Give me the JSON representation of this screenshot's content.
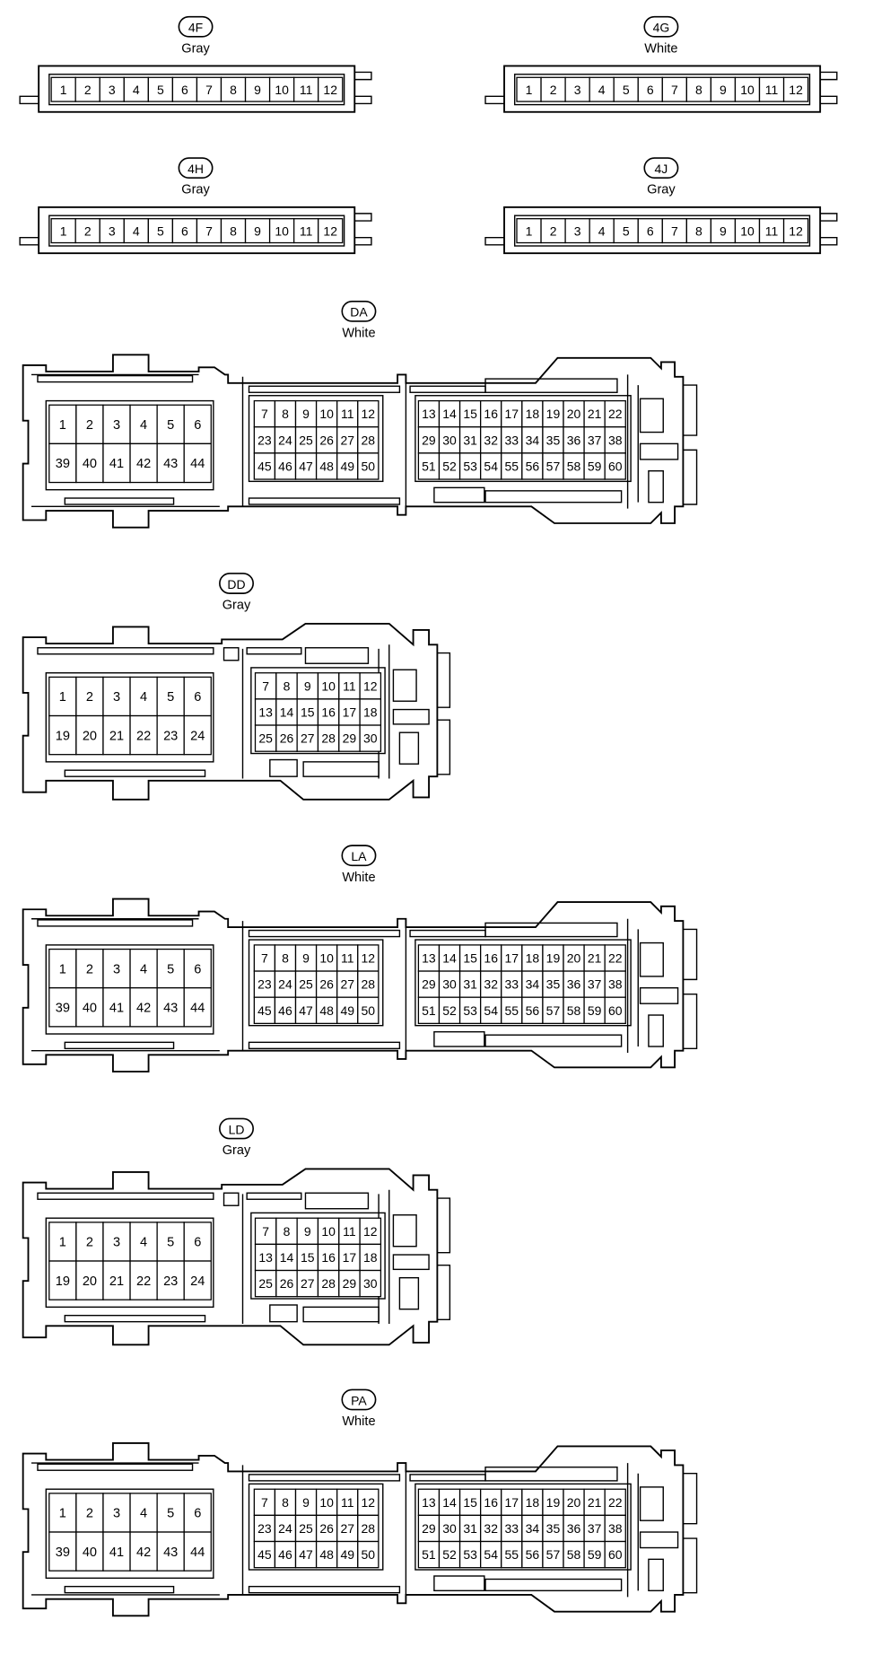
{
  "connectors": [
    {
      "id": "4F",
      "color": "Gray",
      "type": "strip12",
      "pins": [
        [
          "1",
          "2",
          "3",
          "4",
          "5",
          "6",
          "7",
          "8",
          "9",
          "10",
          "11",
          "12"
        ]
      ]
    },
    {
      "id": "4G",
      "color": "White",
      "type": "strip12",
      "pins": [
        [
          "1",
          "2",
          "3",
          "4",
          "5",
          "6",
          "7",
          "8",
          "9",
          "10",
          "11",
          "12"
        ]
      ]
    },
    {
      "id": "4H",
      "color": "Gray",
      "type": "strip12",
      "pins": [
        [
          "1",
          "2",
          "3",
          "4",
          "5",
          "6",
          "7",
          "8",
          "9",
          "10",
          "11",
          "12"
        ]
      ]
    },
    {
      "id": "4J",
      "color": "Gray",
      "type": "strip12",
      "pins": [
        [
          "1",
          "2",
          "3",
          "4",
          "5",
          "6",
          "7",
          "8",
          "9",
          "10",
          "11",
          "12"
        ]
      ]
    },
    {
      "id": "DA",
      "color": "White",
      "type": "large60",
      "left": [
        [
          "1",
          "2",
          "3",
          "4",
          "5",
          "6"
        ],
        [
          "39",
          "40",
          "41",
          "42",
          "43",
          "44"
        ]
      ],
      "middle": [
        [
          "7",
          "8",
          "9",
          "10",
          "11",
          "12"
        ],
        [
          "23",
          "24",
          "25",
          "26",
          "27",
          "28"
        ],
        [
          "45",
          "46",
          "47",
          "48",
          "49",
          "50"
        ]
      ],
      "right": [
        [
          "13",
          "14",
          "15",
          "16",
          "17",
          "18",
          "19",
          "20",
          "21",
          "22"
        ],
        [
          "29",
          "30",
          "31",
          "32",
          "33",
          "34",
          "35",
          "36",
          "37",
          "38"
        ],
        [
          "51",
          "52",
          "53",
          "54",
          "55",
          "56",
          "57",
          "58",
          "59",
          "60"
        ]
      ]
    },
    {
      "id": "DD",
      "color": "Gray",
      "type": "medium30",
      "left": [
        [
          "1",
          "2",
          "3",
          "4",
          "5",
          "6"
        ],
        [
          "19",
          "20",
          "21",
          "22",
          "23",
          "24"
        ]
      ],
      "middle": [
        [
          "7",
          "8",
          "9",
          "10",
          "11",
          "12"
        ],
        [
          "13",
          "14",
          "15",
          "16",
          "17",
          "18"
        ],
        [
          "25",
          "26",
          "27",
          "28",
          "29",
          "30"
        ]
      ]
    },
    {
      "id": "LA",
      "color": "White",
      "type": "large60",
      "left": [
        [
          "1",
          "2",
          "3",
          "4",
          "5",
          "6"
        ],
        [
          "39",
          "40",
          "41",
          "42",
          "43",
          "44"
        ]
      ],
      "middle": [
        [
          "7",
          "8",
          "9",
          "10",
          "11",
          "12"
        ],
        [
          "23",
          "24",
          "25",
          "26",
          "27",
          "28"
        ],
        [
          "45",
          "46",
          "47",
          "48",
          "49",
          "50"
        ]
      ],
      "right": [
        [
          "13",
          "14",
          "15",
          "16",
          "17",
          "18",
          "19",
          "20",
          "21",
          "22"
        ],
        [
          "29",
          "30",
          "31",
          "32",
          "33",
          "34",
          "35",
          "36",
          "37",
          "38"
        ],
        [
          "51",
          "52",
          "53",
          "54",
          "55",
          "56",
          "57",
          "58",
          "59",
          "60"
        ]
      ]
    },
    {
      "id": "LD",
      "color": "Gray",
      "type": "medium30",
      "left": [
        [
          "1",
          "2",
          "3",
          "4",
          "5",
          "6"
        ],
        [
          "19",
          "20",
          "21",
          "22",
          "23",
          "24"
        ]
      ],
      "middle": [
        [
          "7",
          "8",
          "9",
          "10",
          "11",
          "12"
        ],
        [
          "13",
          "14",
          "15",
          "16",
          "17",
          "18"
        ],
        [
          "25",
          "26",
          "27",
          "28",
          "29",
          "30"
        ]
      ]
    },
    {
      "id": "PA",
      "color": "White",
      "type": "large60",
      "left": [
        [
          "1",
          "2",
          "3",
          "4",
          "5",
          "6"
        ],
        [
          "39",
          "40",
          "41",
          "42",
          "43",
          "44"
        ]
      ],
      "middle": [
        [
          "7",
          "8",
          "9",
          "10",
          "11",
          "12"
        ],
        [
          "23",
          "24",
          "25",
          "26",
          "27",
          "28"
        ],
        [
          "45",
          "46",
          "47",
          "48",
          "49",
          "50"
        ]
      ],
      "right": [
        [
          "13",
          "14",
          "15",
          "16",
          "17",
          "18",
          "19",
          "20",
          "21",
          "22"
        ],
        [
          "29",
          "30",
          "31",
          "32",
          "33",
          "34",
          "35",
          "36",
          "37",
          "38"
        ],
        [
          "51",
          "52",
          "53",
          "54",
          "55",
          "56",
          "57",
          "58",
          "59",
          "60"
        ]
      ]
    }
  ]
}
